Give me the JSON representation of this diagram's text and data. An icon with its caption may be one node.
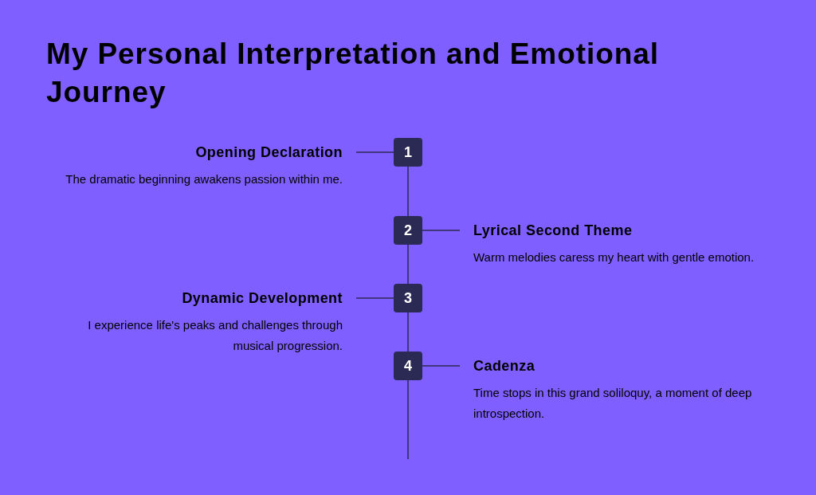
{
  "diagram": {
    "title": "My Personal Interpretation and Emotional Journey",
    "nodes": [
      {
        "text": [
          "1"
        ]
      },
      {
        "text": [
          "2"
        ]
      },
      {
        "text": [
          "3"
        ]
      },
      {
        "text": [
          "4"
        ]
      },
      {
        "text": [
          "Opening Declaration",
          "The dramatic beginning awakens passion within me."
        ]
      },
      {
        "text": [
          "Lyrical Second Theme",
          "Warm melodies caress my heart with gentle emotion."
        ]
      },
      {
        "text": [
          "Dynamic Development",
          "I experience life's peaks and challenges through musical progression."
        ]
      },
      {
        "text": [
          "Cadenza",
          "Time stops in this grand soliloquy, a moment of deep introspection."
        ]
      }
    ],
    "edges": [
      {
        "from": 0,
        "to": 1,
        "arrow": "none"
      },
      {
        "from": 1,
        "to": 2,
        "arrow": "none"
      },
      {
        "from": 2,
        "to": 3,
        "arrow": "none"
      },
      {
        "from": 3,
        "to": null,
        "arrow": "none"
      },
      {
        "from": 4,
        "to": 0,
        "arrow": "none"
      },
      {
        "from": 1,
        "to": 5,
        "arrow": "none"
      },
      {
        "from": 6,
        "to": 2,
        "arrow": "none"
      },
      {
        "from": 3,
        "to": 7,
        "arrow": "none"
      }
    ]
  }
}
